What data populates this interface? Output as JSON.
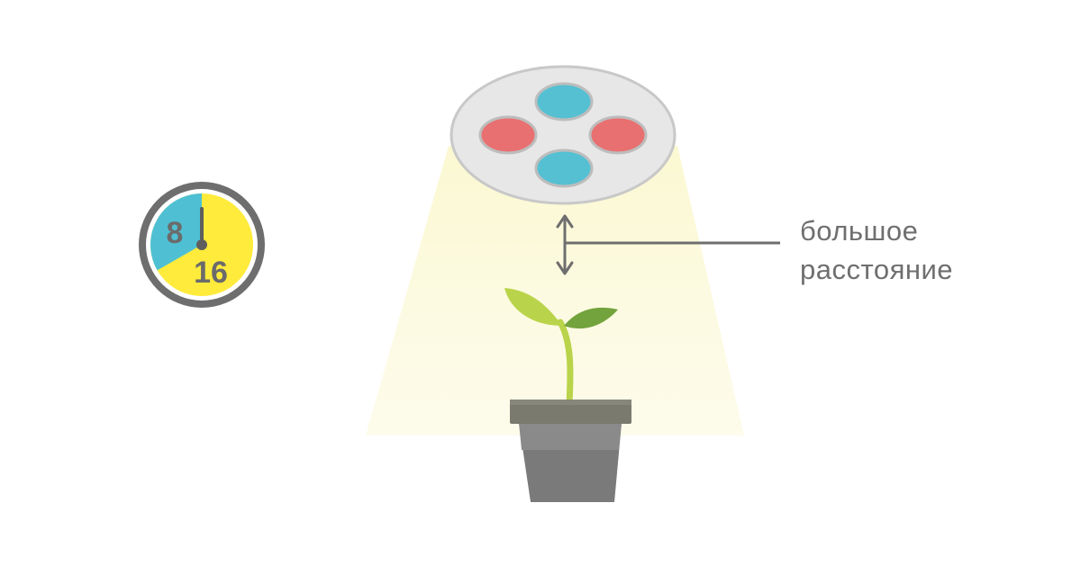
{
  "clock": {
    "dark_hours": "8",
    "light_hours": "16",
    "dark_fraction": 0.333,
    "colors": {
      "dark": "#4fc0d4",
      "light": "#ffeb3b",
      "rim": "#6e6e6e"
    }
  },
  "lamp": {
    "colors": {
      "body": "#e6e6e6",
      "rim": "#c9c9c9",
      "blue_led": "#56c0d3",
      "red_led": "#e87070"
    },
    "leds": [
      "blue",
      "red",
      "red",
      "blue"
    ]
  },
  "label": {
    "line1": "большое",
    "line2": "расстояние"
  },
  "icons": {
    "clock": "clock-icon",
    "lamp": "grow-lamp-icon",
    "arrow": "double-arrow-icon",
    "plant": "seedling-icon",
    "pot": "flower-pot-icon"
  }
}
